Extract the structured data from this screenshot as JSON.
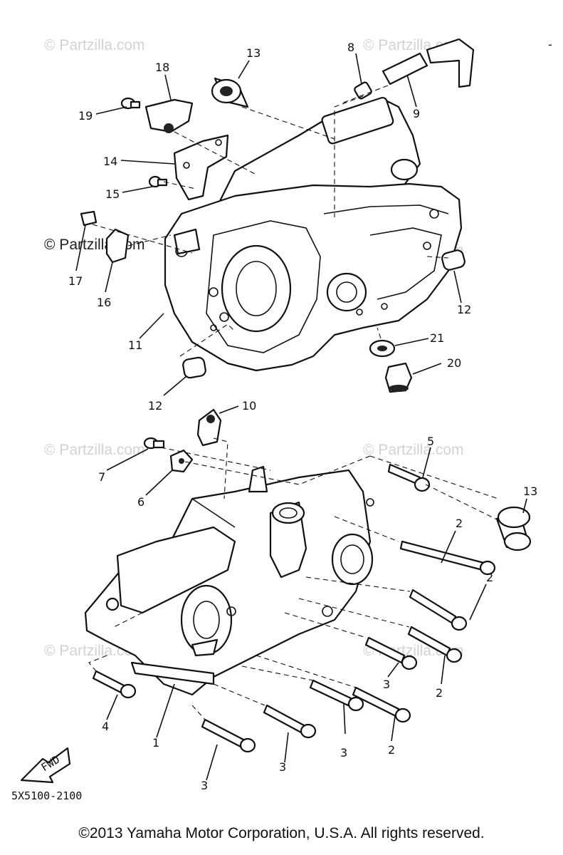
{
  "watermark": {
    "text": "© Partzilla.com"
  },
  "callouts": [
    "1",
    "2",
    "3",
    "4",
    "5",
    "6",
    "7",
    "8",
    "9",
    "10",
    "11",
    "12",
    "13",
    "14",
    "15",
    "16",
    "17",
    "18",
    "19",
    "20",
    "21"
  ],
  "diagram_code": "5X5100-2100",
  "fwd_label": "FWD",
  "copyright": "©2013  Yamaha Motor Corporation, U.S.A. All rights reserved."
}
